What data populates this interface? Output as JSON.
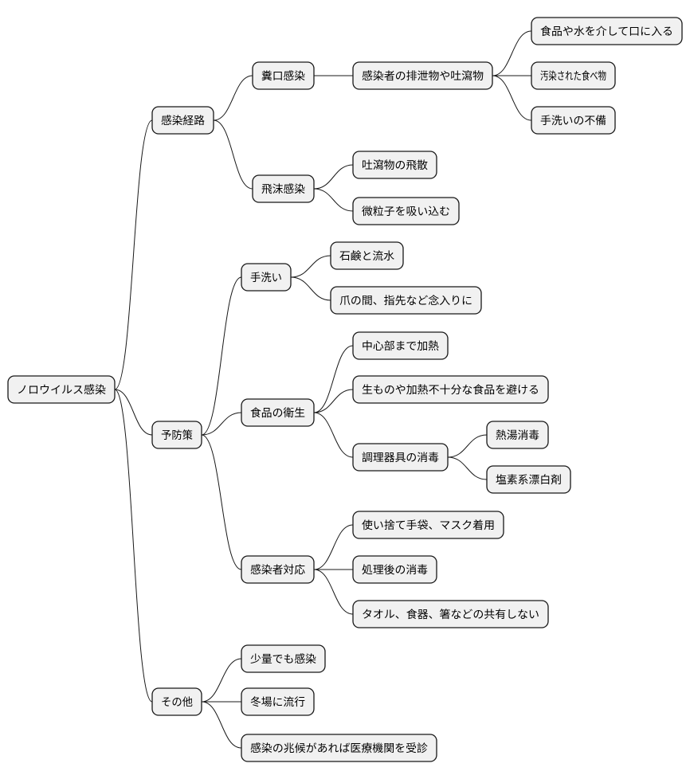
{
  "diagram": {
    "root": {
      "label": "ノロウイルス感染"
    },
    "branches": [
      {
        "label": "感染経路",
        "children": [
          {
            "label": "糞口感染",
            "children": [
              {
                "label": "感染者の排泄物や吐瀉物",
                "children": [
                  {
                    "label": "食品や水を介して口に入る"
                  },
                  {
                    "label": "汚染された食べ物"
                  },
                  {
                    "label": "手洗いの不備"
                  }
                ]
              }
            ]
          },
          {
            "label": "飛沫感染",
            "children": [
              {
                "label": "吐瀉物の飛散"
              },
              {
                "label": "微粒子を吸い込む"
              }
            ]
          }
        ]
      },
      {
        "label": "予防策",
        "children": [
          {
            "label": "手洗い",
            "children": [
              {
                "label": "石鹸と流水"
              },
              {
                "label": "爪の間、指先など念入りに"
              }
            ]
          },
          {
            "label": "食品の衛生",
            "children": [
              {
                "label": "中心部まで加熱"
              },
              {
                "label": "生ものや加熱不十分な食品を避ける"
              },
              {
                "label": "調理器具の消毒",
                "children": [
                  {
                    "label": "熱湯消毒"
                  },
                  {
                    "label": "塩素系漂白剤"
                  }
                ]
              }
            ]
          },
          {
            "label": "感染者対応",
            "children": [
              {
                "label": "使い捨て手袋、マスク着用"
              },
              {
                "label": "処理後の消毒"
              },
              {
                "label": "タオル、食器、箸などの共有しない"
              }
            ]
          }
        ]
      },
      {
        "label": "その他",
        "children": [
          {
            "label": "少量でも感染"
          },
          {
            "label": "冬場に流行"
          },
          {
            "label": "感染の兆候があれば医療機関を受診"
          }
        ]
      }
    ]
  }
}
